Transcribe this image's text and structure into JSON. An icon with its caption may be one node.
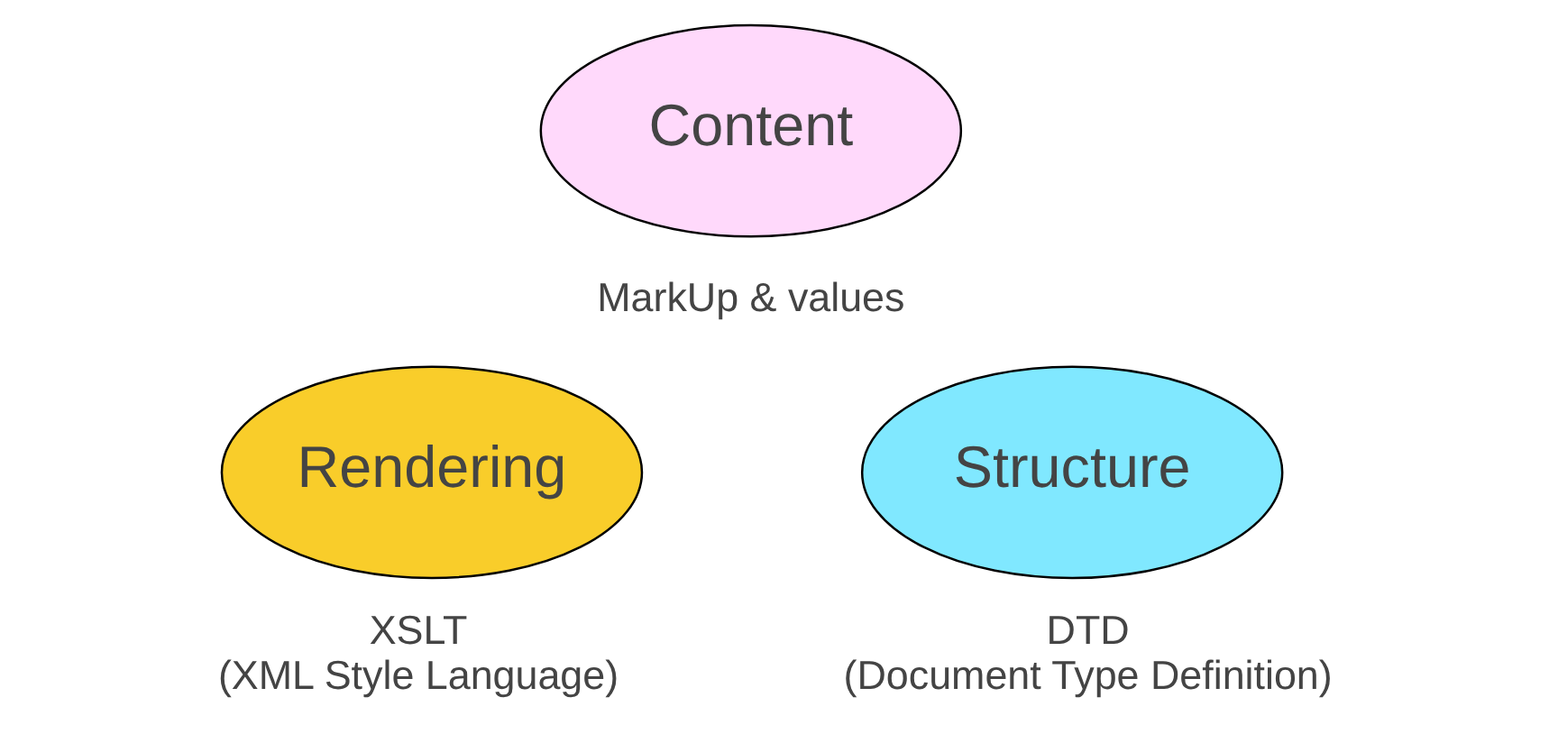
{
  "diagram": {
    "nodes": [
      {
        "text": [
          "Content"
        ],
        "beside": [
          "MarkUp & values"
        ]
      },
      {
        "text": [
          "Rendering"
        ],
        "beside": [
          "XSLT",
          "(XML Style Language)"
        ]
      },
      {
        "text": [
          "Structure"
        ],
        "beside": [
          "DTD",
          "(Document Type Definition)"
        ]
      }
    ]
  }
}
